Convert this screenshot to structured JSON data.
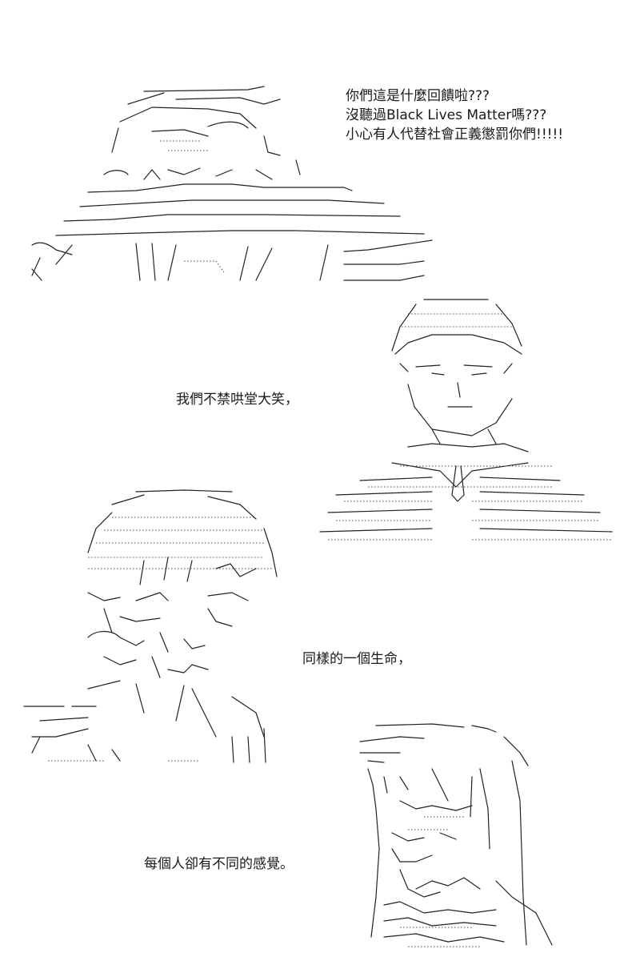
{
  "speech_bubble": {
    "lines": [
      "你們這是什麼回饋啦???",
      "沒聽過Black Lives Matter嗎???",
      "小心有人代替社會正義懲罰你們!!!!!"
    ]
  },
  "captions": {
    "laugh": "我們不禁哄堂大笑，",
    "life": "同樣的一個生命，",
    "feeling": "每個人卻有不同的感覺。"
  },
  "colors": {
    "ink": "#222222",
    "background": "#ffffff"
  }
}
